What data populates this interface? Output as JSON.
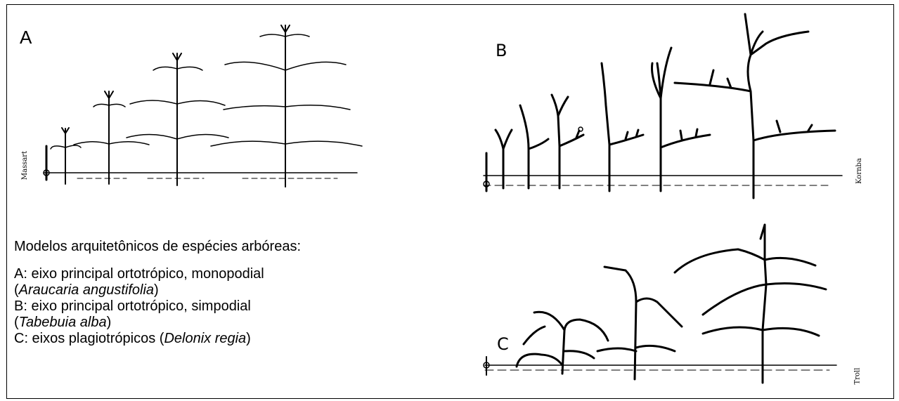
{
  "panels": {
    "a": {
      "letter": "A",
      "author": "Massart"
    },
    "b": {
      "letter": "B",
      "author": "Kornba"
    },
    "c": {
      "letter": "C",
      "author": "Troll"
    }
  },
  "caption": {
    "title": "Modelos arquitetônicos de espécies arbóreas:",
    "a_prefix": "A: eixo principal ortotrópico, monopodial",
    "a_species": "Araucaria angustifolia",
    "b_prefix": "B: eixo principal ortotrópico, simpodial",
    "b_species": "Tabebuia alba",
    "c_prefix": "C: eixos plagiotrópicos (",
    "c_species": "Delonix regia",
    "c_suffix": ")"
  },
  "style": {
    "ink": "#000000",
    "background": "#ffffff"
  }
}
